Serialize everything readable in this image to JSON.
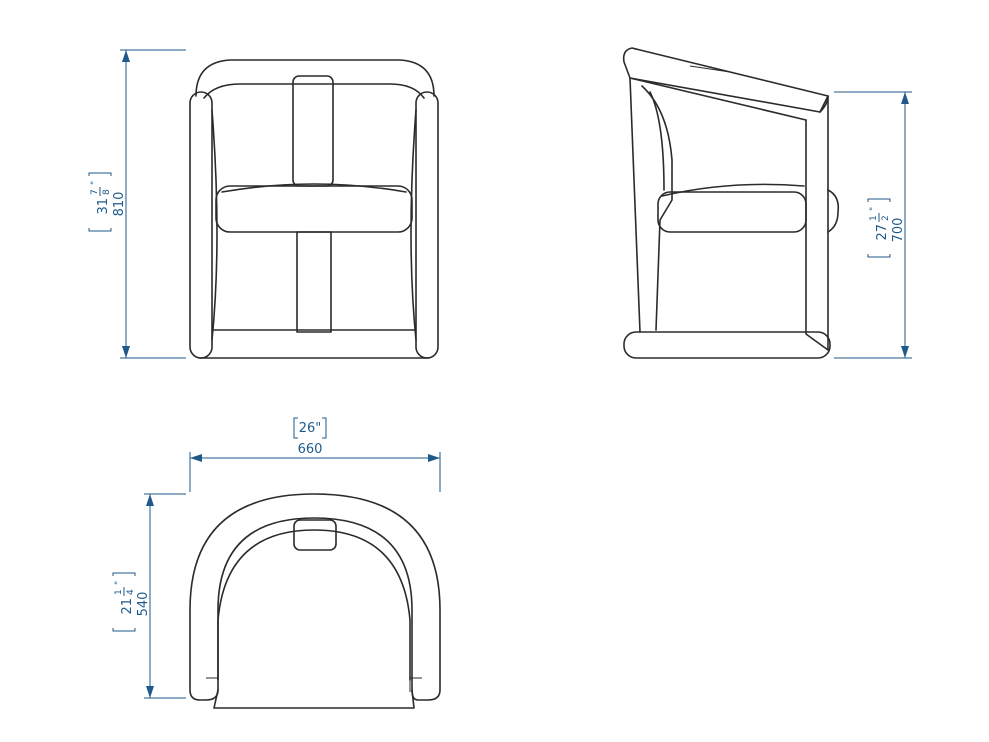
{
  "colors": {
    "outline": "#2b2b2b",
    "dimension": "#1f5a8a",
    "background": "#ffffff"
  },
  "views": {
    "front": {
      "height_mm": "810",
      "height_in_whole": "31",
      "height_in_num": "7",
      "height_in_den": "8",
      "inch_mark": "\""
    },
    "side": {
      "height_mm": "700",
      "height_in_whole": "27",
      "height_in_num": "1",
      "height_in_den": "2",
      "inch_mark": "\""
    },
    "top": {
      "width_mm": "660",
      "width_in": "26\"",
      "depth_mm": "540",
      "depth_in_whole": "21",
      "depth_in_num": "1",
      "depth_in_den": "4",
      "inch_mark": "\""
    }
  }
}
